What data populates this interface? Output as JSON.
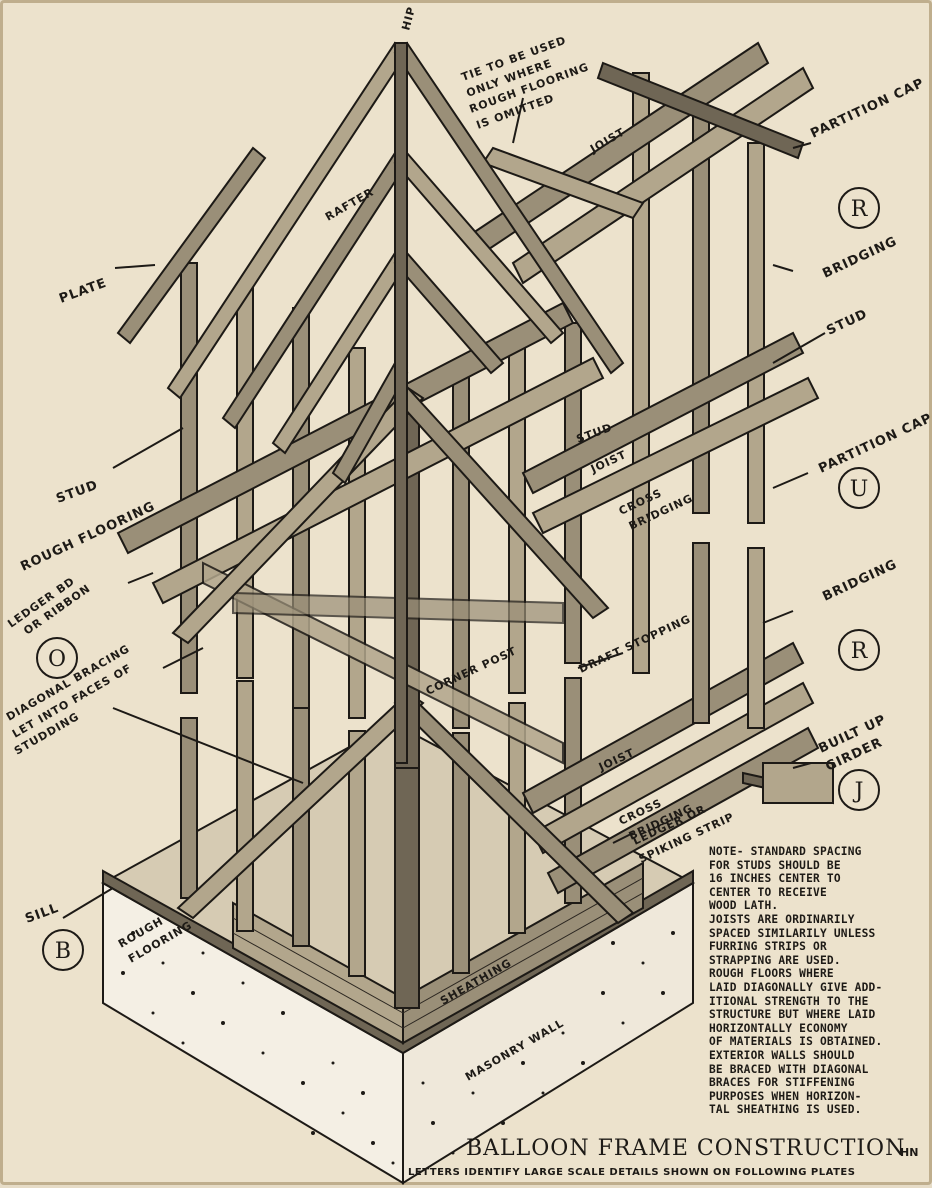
{
  "title": "BALLOON FRAME CONSTRUCTION",
  "initials": "HN",
  "subtitle": "LETTERS IDENTIFY LARGE SCALE DETAILS SHOWN ON FOLLOWING PLATES",
  "note": "NOTE- STANDARD SPACING\nFOR STUDS SHOULD BE\n16 INCHES CENTER TO\nCENTER TO RECEIVE\nWOOD LATH.\nJOISTS ARE ORDINARILY\nSPACED SIMILARILY UNLESS\nFURRING STRIPS OR\nSTRAPPING ARE USED.\nROUGH FLOORS WHERE\nLAID DIAGONALLY GIVE ADD-\nITIONAL STRENGTH TO THE\nSTRUCTURE BUT WHERE LAID\nHORIZONTALLY ECONOMY\nOF MATERIALS IS OBTAINED.\nEXTERIOR WALLS SHOULD\nBE BRACED WITH DIAGONAL\nBRACES FOR STIFFENING\nPURPOSES WHEN HORIZON-\nTAL SHEATHING IS USED.",
  "labels": {
    "hip": "HIP",
    "tie_1": "TIE TO BE USED",
    "tie_2": "ONLY WHERE",
    "tie_3": "ROUGH FLOORING",
    "tie_4": "IS OMITTED",
    "rafter": "RAFTER",
    "plate": "PLATE",
    "joist_top": "JOIST",
    "partition_cap_top": "PARTITION CAP",
    "bridging_top": "BRIDGING",
    "stud_right": "STUD",
    "stud_mid": "STUD",
    "stud_left": "STUD",
    "joist_mid": "JOIST",
    "partition_cap_mid": "PARTITION CAP",
    "cross_bridging_1": "CROSS",
    "cross_bridging_2": "BRIDGING",
    "rough_flooring_upper": "ROUGH FLOORING",
    "ledger_1": "LEDGER BD",
    "ledger_2": "OR RIBBON",
    "diag_1": "DIAGONAL BRACING",
    "diag_2": "LET INTO FACES OF",
    "diag_3": "STUDDING",
    "corner_post": "CORNER POST",
    "draft_stopping": "DRAFT STOPPING",
    "bridging_low": "BRIDGING",
    "joist_low": "JOIST",
    "built_up_1": "BUILT UP",
    "built_up_2": "GIRDER",
    "cross_low_1": "CROSS",
    "cross_low_2": "BRIDGING",
    "ledger_low_1": "LEDGER OR",
    "ledger_low_2": "SPIKING STRIP",
    "sill": "SILL",
    "rough_low_1": "ROUGH",
    "rough_low_2": "FLOORING",
    "sheathing": "SHEATHING",
    "masonry": "MASONRY WALL"
  },
  "circles": {
    "r_top": "R",
    "u": "U",
    "r_low": "R",
    "j": "J",
    "o": "O",
    "b": "B"
  }
}
